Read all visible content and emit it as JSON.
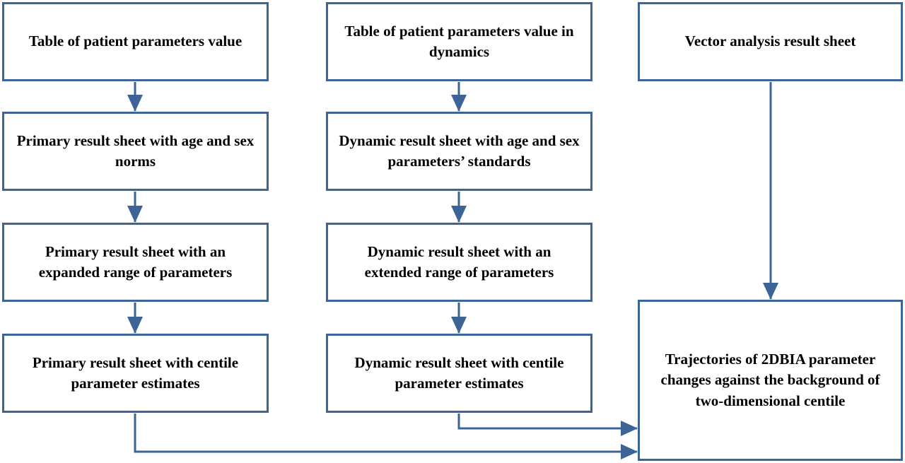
{
  "boxes": {
    "col1_1": "Table of patient parameters value",
    "col1_2": "Primary result sheet with age and sex norms",
    "col1_3": "Primary result sheet with an expanded range of parameters",
    "col1_4": "Primary result sheet with centile parameter estimates",
    "col2_1": "Table of patient parameters value in dynamics",
    "col2_2": "Dynamic result sheet with age and sex parameters’ standards",
    "col2_3": "Dynamic result sheet with an extended range of parameters",
    "col2_4": "Dynamic result sheet with centile parameter estimates",
    "col3_1": "Vector analysis result sheet",
    "col3_2": "Trajectories of 2DBIA parameter changes against the background of two-dimensional centile"
  },
  "colors": {
    "box_border": "#3c6496",
    "arrow": "#3c6496"
  }
}
